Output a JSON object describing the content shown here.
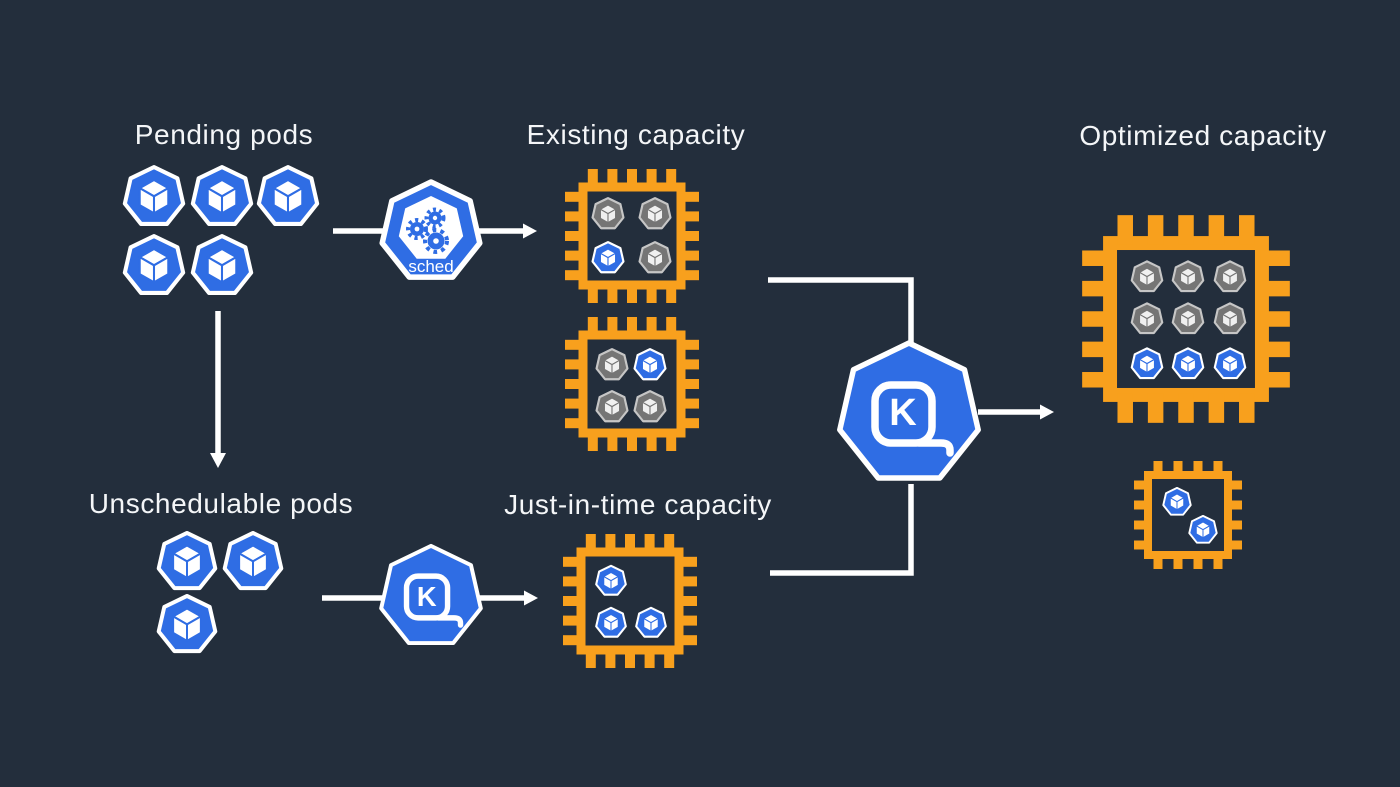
{
  "colors": {
    "bg": "#232e3c",
    "text": "#f4f6f8",
    "pod-blue": "#2f6de4",
    "pod-gray": "#757575",
    "pod-gray-border": "#c6c6c6",
    "cube-white": "#f0f0f0",
    "chip-orange": "#f8a01d",
    "line": "#ffffff",
    "white": "#ffffff"
  },
  "labels": {
    "pending_pods": "Pending pods",
    "existing_capacity": "Existing capacity",
    "optimized_capacity": "Optimized capacity",
    "unschedulable_pods": "Unschedulable pods",
    "jit_capacity": "Just-in-time capacity",
    "scheduler": "sched",
    "karpenter_letter": "K"
  },
  "icons": {
    "pod": "kubernetes-pod-icon",
    "scheduler": "kube-scheduler-icon",
    "karpenter": "karpenter-icon",
    "chip": "cpu-node-icon",
    "arrow": "arrow-connector"
  },
  "diagram": {
    "pending_pods": {
      "pods": [
        "blue",
        "blue",
        "blue",
        "blue",
        "blue"
      ]
    },
    "unschedulable_pods": {
      "pods": [
        "blue",
        "blue",
        "blue"
      ]
    },
    "chips": [
      {
        "name": "existing-capacity-node-1",
        "pods": [
          "gray",
          "gray",
          "blue",
          "gray"
        ]
      },
      {
        "name": "existing-capacity-node-2",
        "pods": [
          "gray",
          "blue",
          "gray",
          "gray"
        ]
      },
      {
        "name": "jit-capacity-node",
        "pods": [
          "blue",
          "blue",
          "blue"
        ]
      },
      {
        "name": "optimized-capacity-node-large",
        "pods": [
          "gray",
          "gray",
          "gray",
          "gray",
          "gray",
          "gray",
          "blue",
          "blue",
          "blue"
        ]
      },
      {
        "name": "optimized-capacity-node-small",
        "pods": [
          "blue",
          "blue"
        ]
      }
    ]
  }
}
